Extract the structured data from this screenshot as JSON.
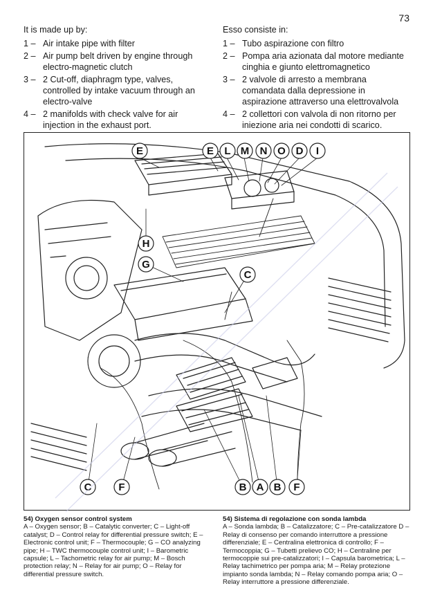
{
  "page_number": "73",
  "english": {
    "intro": "It is made up by:",
    "items": [
      {
        "num": "1 –",
        "text": "Air intake pipe with filter"
      },
      {
        "num": "2 –",
        "text": "Air pump belt driven by engine through electro-magnetic clutch"
      },
      {
        "num": "3 –",
        "text": "2 Cut-off, diaphragm type, valves, controlled by intake vacuum through an electro-valve"
      },
      {
        "num": "4 –",
        "text": "2 manifolds with check valve for air injection in the exhaust port."
      }
    ]
  },
  "italian": {
    "intro": "Esso consiste in:",
    "items": [
      {
        "num": "1 –",
        "text": "Tubo aspirazione con filtro"
      },
      {
        "num": "2 –",
        "text": "Pompa aria azionata dal motore mediante cinghia e giunto elettromagnetico"
      },
      {
        "num": "3 –",
        "text": "2 valvole di arresto a membrana comandata dalla depressione in aspirazione attraverso una elettrovalvola"
      },
      {
        "num": "4 –",
        "text": "2 collettori con valvola di non ritorno per iniezione aria nei condotti di scarico."
      }
    ]
  },
  "figure": {
    "labels_top": [
      "E",
      "E",
      "L",
      "M",
      "N",
      "O",
      "D",
      "I"
    ],
    "label_h": "H",
    "label_g": "G",
    "label_c_right": "C",
    "labels_bottom_left": [
      "C",
      "F"
    ],
    "labels_bottom_right": [
      "B",
      "A",
      "B",
      "F"
    ]
  },
  "caption_en": {
    "title": "54) Oxygen sensor control system",
    "body": "A – Oxygen sensor; B – Catalytic converter; C – Light-off catalyst; D – Control relay for differential pressure switch; E – Electronic control unit; F – Thermocouple; G – CO analyzing pipe; H – TWC thermocouple control unit; I – Barometric capsule; L – Tachometric relay for air pump; M – Bosch protection relay; N – Relay for air pump; O – Relay for differential pressure switch."
  },
  "caption_it": {
    "title": "54) Sistema di regolazione con sonda lambda",
    "body": "A – Sonda lambda; B – Catalizzatore; C – Pre-catalizzatore D – Relay di consenso per comando interruttore a pressione differenziale; E – Centralina elettronica di controllo; F – Termocoppia; G – Tubetti prelievo CO; H – Centraline per termocoppie sui pre-catalizzatori; I – Capsula barometrica; L – Relay tachimetrico per pompa aria; M – Relay protezione impianto sonda lambda; N – Relay comando pompa aria; O – Relay interruttore a pressione differenziale."
  }
}
